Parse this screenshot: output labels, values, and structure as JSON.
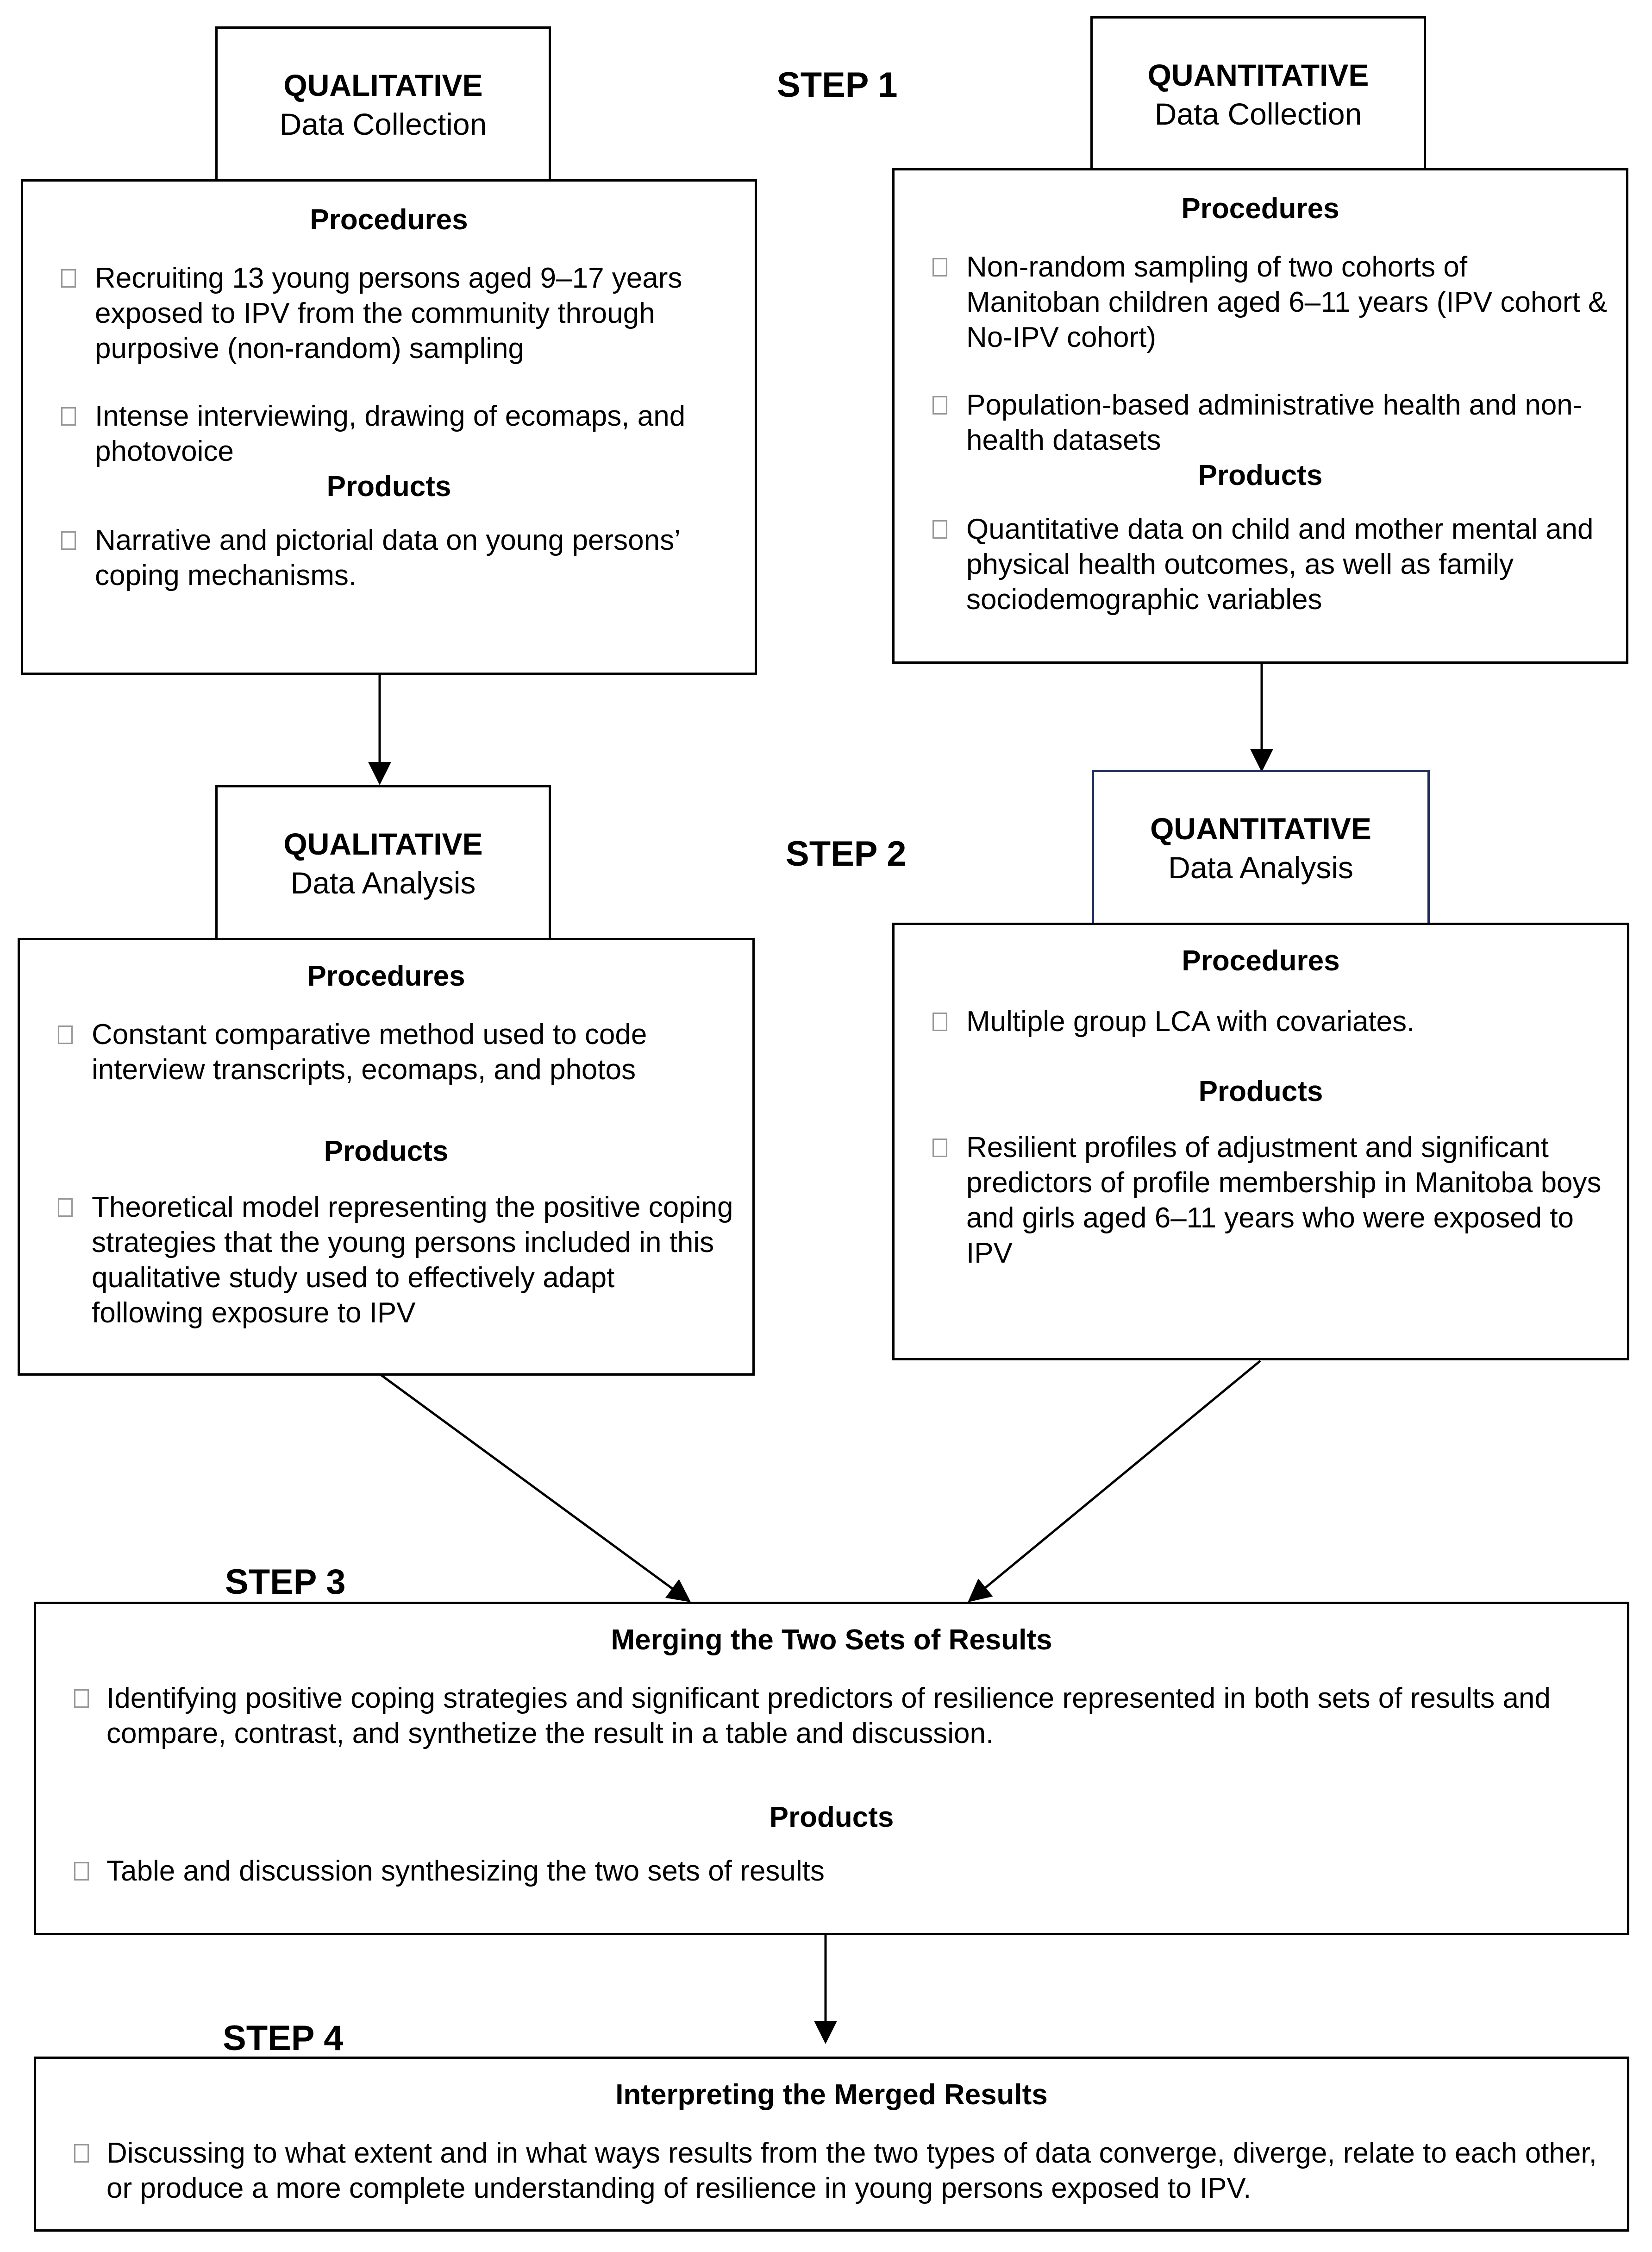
{
  "step1": "STEP 1",
  "step2": "STEP 2",
  "step3": "STEP 3",
  "step4": "STEP 4",
  "qual_collection": {
    "title": "QUALITATIVE",
    "subtitle": "Data Collection",
    "procedures_label": "Procedures",
    "procedures": [
      "Recruiting 13 young persons aged 9–17 years exposed to IPV from the community through purposive (non-random) sampling",
      "Intense interviewing, drawing of ecomaps, and photovoice"
    ],
    "products_label": "Products",
    "products": [
      "Narrative and pictorial data on young persons’ coping mechanisms."
    ]
  },
  "quant_collection": {
    "title": "QUANTITATIVE",
    "subtitle": "Data Collection",
    "procedures_label": "Procedures",
    "procedures": [
      "Non-random sampling of two cohorts of Manitoban children aged 6–11 years (IPV cohort & No-IPV cohort)",
      "Population-based administrative health and non-health datasets"
    ],
    "products_label": "Products",
    "products": [
      "Quantitative data on child and mother mental and physical health outcomes, as well as family sociodemographic variables"
    ]
  },
  "qual_analysis": {
    "title": "QUALITATIVE",
    "subtitle": "Data Analysis",
    "procedures_label": "Procedures",
    "procedures": [
      "Constant comparative method used to code interview transcripts, ecomaps, and photos"
    ],
    "products_label": "Products",
    "products": [
      "Theoretical model representing the positive coping strategies that the young persons included in this qualitative study used to effectively adapt following exposure to IPV"
    ]
  },
  "quant_analysis": {
    "title": "QUANTITATIVE",
    "subtitle": "Data Analysis",
    "procedures_label": "Procedures",
    "procedures": [
      "Multiple group LCA with covariates."
    ],
    "products_label": "Products",
    "products": [
      "Resilient profiles of adjustment and significant predictors of profile membership in Manitoba boys and girls aged 6–11 years who were exposed to IPV"
    ]
  },
  "merging": {
    "title": "Merging the Two Sets of Results",
    "item": "Identifying positive coping strategies and significant predictors of resilience represented in both sets of results and compare, contrast, and synthetize the result in a table and discussion.",
    "products_label": "Products",
    "product": "Table and discussion synthesizing the two sets of results"
  },
  "interpreting": {
    "title": "Interpreting the Merged Results",
    "item": "Discussing to what extent and in what ways results from the two types of data converge, diverge, relate to each other, or produce a more complete understanding of resilience in young persons exposed to IPV."
  },
  "colors": {
    "line": "#000000",
    "quant_analysis_border": "#1f2d5c",
    "checkbox": "#999999"
  }
}
